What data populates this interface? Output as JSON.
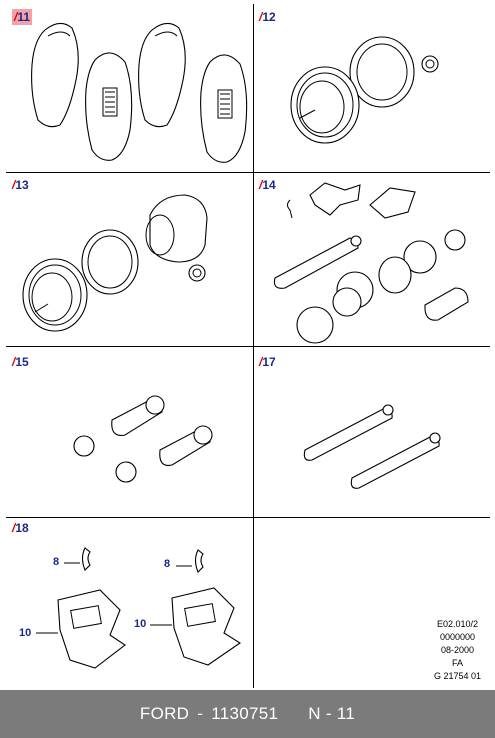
{
  "panels": [
    {
      "code_prefix": "/",
      "code": "11"
    },
    {
      "code_prefix": "/",
      "code": "12"
    },
    {
      "code_prefix": "/",
      "code": "13"
    },
    {
      "code_prefix": "/",
      "code": "14"
    },
    {
      "code_prefix": "/",
      "code": "15"
    },
    {
      "code_prefix": "/",
      "code": "17"
    },
    {
      "code_prefix": "/",
      "code": "18"
    }
  ],
  "callouts": {
    "clip": "8",
    "bracket": "10"
  },
  "meta": [
    "E02.010/2",
    "0000000",
    "08-2000",
    "FA",
    "G 21754 01"
  ],
  "footer": {
    "brand": "FORD",
    "sep": "-",
    "part": "1130751",
    "suffix": "N - 11"
  },
  "colors": {
    "highlight": "#f4a0a8",
    "code_text": "#1a2a8a",
    "slash": "#e00000",
    "footer_bg": "#7b7b7b"
  }
}
